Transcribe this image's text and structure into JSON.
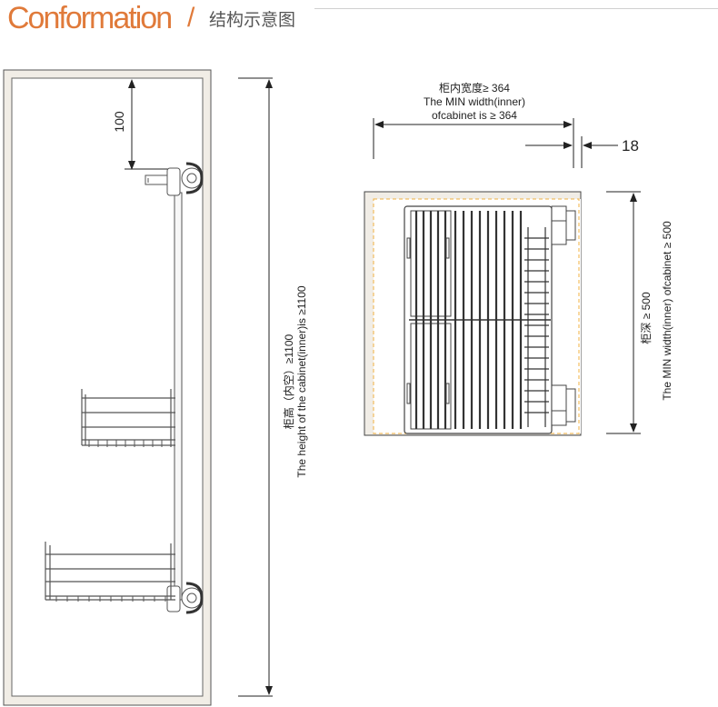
{
  "title": {
    "english": "Conformation",
    "separator": "/",
    "chinese": "结构示意图"
  },
  "side_view": {
    "top_offset": "100",
    "height_cn": "柜高（内空）≥1100",
    "height_en": "The height of the cabinet(inner)is ≥1100"
  },
  "top_view": {
    "width_cn": "柜内宽度≥ 364",
    "width_en_line1": "The MIN width(inner)",
    "width_en_line2": "ofcabinet is ≥ 364",
    "gap": "18",
    "depth_cn": "柜深 ≥ 500",
    "depth_en": "The MIN width(inner) ofcabinet ≥ 500"
  },
  "colors": {
    "accent": "#e07a3a",
    "wood": "#f1ede6",
    "cabinet_edge": "#444444",
    "guide_dash": "#f0b040"
  }
}
